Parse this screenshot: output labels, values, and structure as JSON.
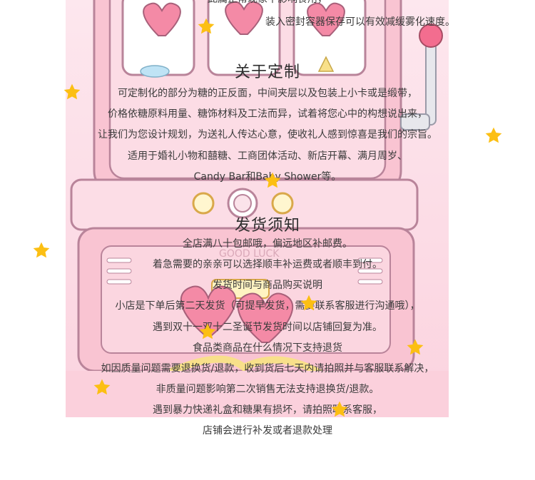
{
  "top_lines": [
    "此属正常现象不影响食用，",
    "装入密封容器保存可以有效减缓雾化速度。"
  ],
  "custom_section": {
    "title": "关于定制",
    "lines": [
      "可定制化的部分为糖的正反面，中间夹层以及包装上小卡或是缎带，",
      "价格依糖原料用量、糖饰材料及工法而异，试着将您心中的构想说出来，",
      "让我们为您设计规划，为送礼人传达心意，使收礼人感到惊喜是我们的宗旨。",
      "适用于婚礼小物和囍糖、工商团体活动、新店开幕、满月周岁、",
      "Candy Bar和Baby Shower等。"
    ]
  },
  "shipping_section": {
    "title": "发货须知",
    "lines": [
      "全店满八十包邮哦，偏远地区补邮费。",
      "着急需要的亲亲可以选择顺丰补运费或者顺丰到付。",
      "发货时间与商品购买说明",
      "小店是下单后第二天发货（可提早发货，需要联系客服进行沟通哦），",
      "遇到双十一双十二圣诞节发货时间以店铺回复为准。",
      "食品类商品在什么情况下支持退货",
      "如因质量问题需要退换货/退款，收到货后七天内请拍照并与客服联系解决，",
      "非质量问题影响第二次销售无法支持退换货/退款。",
      "遇到暴力快递礼盒和糖果有损坏，请拍照联系客服，",
      "店铺会进行补发或者退款处理"
    ]
  },
  "machine_label": "GOOD LUCK",
  "colors": {
    "machine_pink": "#f7b8c8",
    "machine_outline": "#b9849a",
    "star": "#fcbf13",
    "text": "#3b3b3b"
  }
}
